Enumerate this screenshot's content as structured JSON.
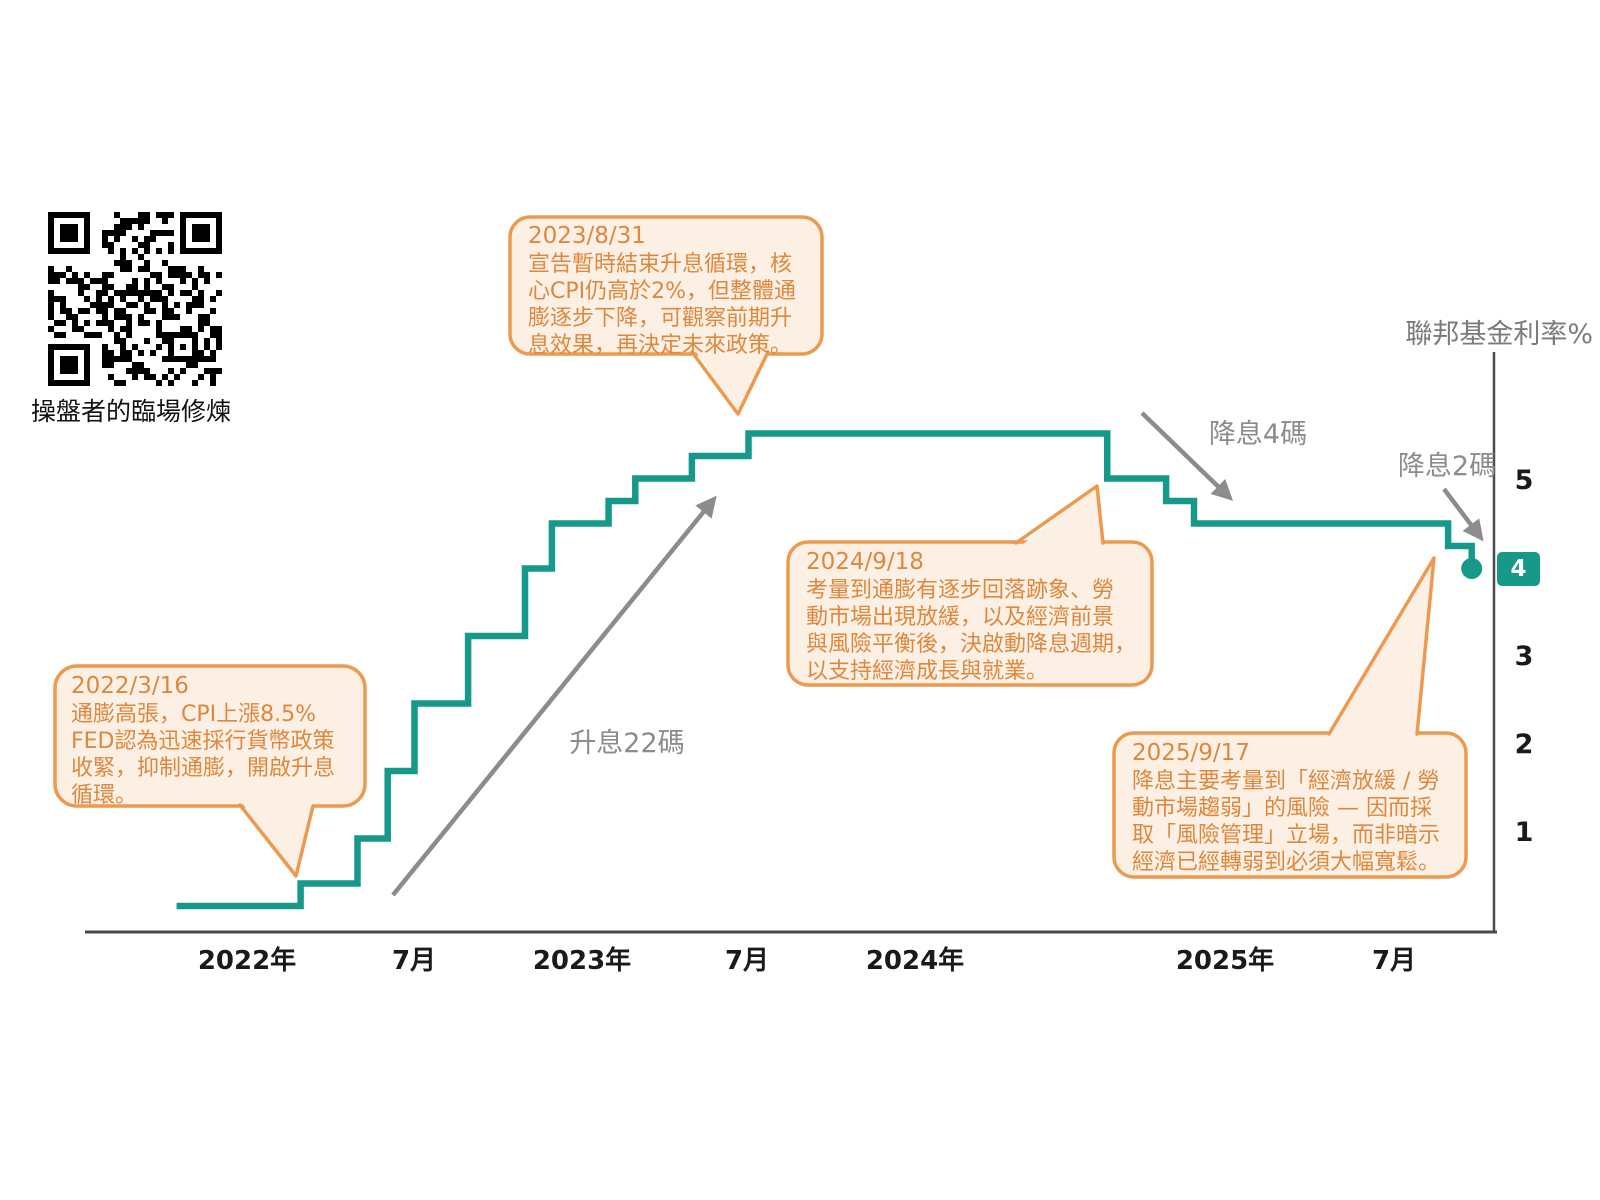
{
  "brand": {
    "qr_caption": "操盤者的臨場修煉"
  },
  "chart": {
    "y_axis_title": "聯邦基金利率%",
    "x_labels": [
      "2022年",
      "7月",
      "2023年",
      "7月",
      "2024年",
      "2025年",
      "7月"
    ],
    "y_tick_labels": [
      "5",
      "3",
      "2",
      "1"
    ],
    "end_badge_label": "4",
    "colors": {
      "line_teal": "#17998A",
      "callout_border": "#EC9A4F",
      "callout_fill": "#FCF0E4",
      "callout_text": "#DE873D",
      "annotation_gray": "#8C8C8C",
      "axis_dark": "#4A4A4A"
    }
  },
  "annotations": {
    "hike_label": "升息22碼",
    "cut4_label": "降息4碼",
    "cut2_label": "降息2碼"
  },
  "callouts": [
    {
      "date": "2022/3/16",
      "body": "通膨高張，CPI上漲8.5%\nFED認為迅速採行貨幣政策\n收緊，抑制通膨，開啟升息\n循環。"
    },
    {
      "date": "2023/8/31",
      "body": "宣告暫時結束升息循環，核\n心CPI仍高於2%，但整體通\n膨逐步下降，可觀察前期升\n息效果，再決定未來政策。"
    },
    {
      "date": "2024/9/18",
      "body": "考量到通膨有逐步回落跡象、勞\n動市場出現放緩，以及經濟前景\n與風險平衡後，決啟動降息週期，\n以支持經濟成長與就業。"
    },
    {
      "date": "2025/9/17",
      "body": "降息主要考量到「經濟放緩 / 勞\n動市場趨弱」的風險 — 因而採\n取「風險管理」立場，而非暗示\n經濟已經轉弱到必須大幅寬鬆。"
    }
  ],
  "chart_data": {
    "type": "line",
    "step": true,
    "title": "聯邦基金利率%",
    "ylabel": "聯邦基金利率%",
    "xlabel": "",
    "x_tick_labels": [
      "2022年",
      "7月",
      "2023年",
      "7月",
      "2024年",
      "2025年",
      "7月"
    ],
    "y_ticks": [
      1,
      2,
      3,
      4,
      5
    ],
    "ylim": [
      0,
      5.75
    ],
    "grid": false,
    "legend": "none",
    "series": [
      {
        "name": "聯邦基金利率",
        "points": [
          [
            2021.79,
            0.125
          ],
          [
            2022.16,
            0.375
          ],
          [
            2022.33,
            0.875
          ],
          [
            2022.42,
            1.625
          ],
          [
            2022.5,
            2.375
          ],
          [
            2022.66,
            3.125
          ],
          [
            2022.83,
            3.875
          ],
          [
            2022.91,
            4.375
          ],
          [
            2023.08,
            4.625
          ],
          [
            2023.16,
            4.875
          ],
          [
            2023.33,
            5.125
          ],
          [
            2023.5,
            5.375
          ],
          [
            2024.62,
            4.875
          ],
          [
            2024.81,
            4.625
          ],
          [
            2024.9,
            4.375
          ],
          [
            2025.66,
            4.125
          ],
          [
            2025.73,
            3.875
          ]
        ]
      }
    ],
    "end_marker": {
      "t": 2025.73,
      "value": 3.875,
      "badge": "4"
    },
    "annotations": [
      "升息22碼",
      "降息4碼",
      "降息2碼"
    ]
  }
}
